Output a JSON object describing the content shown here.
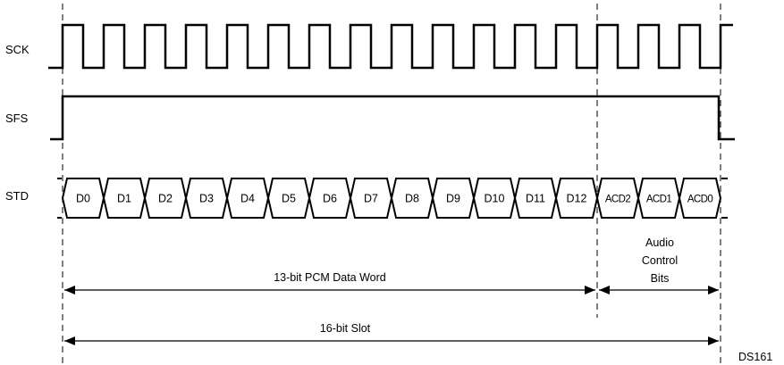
{
  "signals": {
    "sck": "SCK",
    "sfs": "SFS",
    "std": "STD"
  },
  "std_cells": [
    "D0",
    "D1",
    "D2",
    "D3",
    "D4",
    "D5",
    "D6",
    "D7",
    "D8",
    "D9",
    "D10",
    "D11",
    "D12",
    "ACD2",
    "ACD1",
    "ACD0"
  ],
  "annotations": {
    "audio_control_line1": "Audio",
    "audio_control_line2": "Control",
    "audio_control_line3": "Bits",
    "pcm_word": "13-bit PCM Data Word",
    "slot": "16-bit Slot"
  },
  "figure_id": "DS161",
  "colors": {
    "line": "#000000",
    "background": "#ffffff"
  }
}
